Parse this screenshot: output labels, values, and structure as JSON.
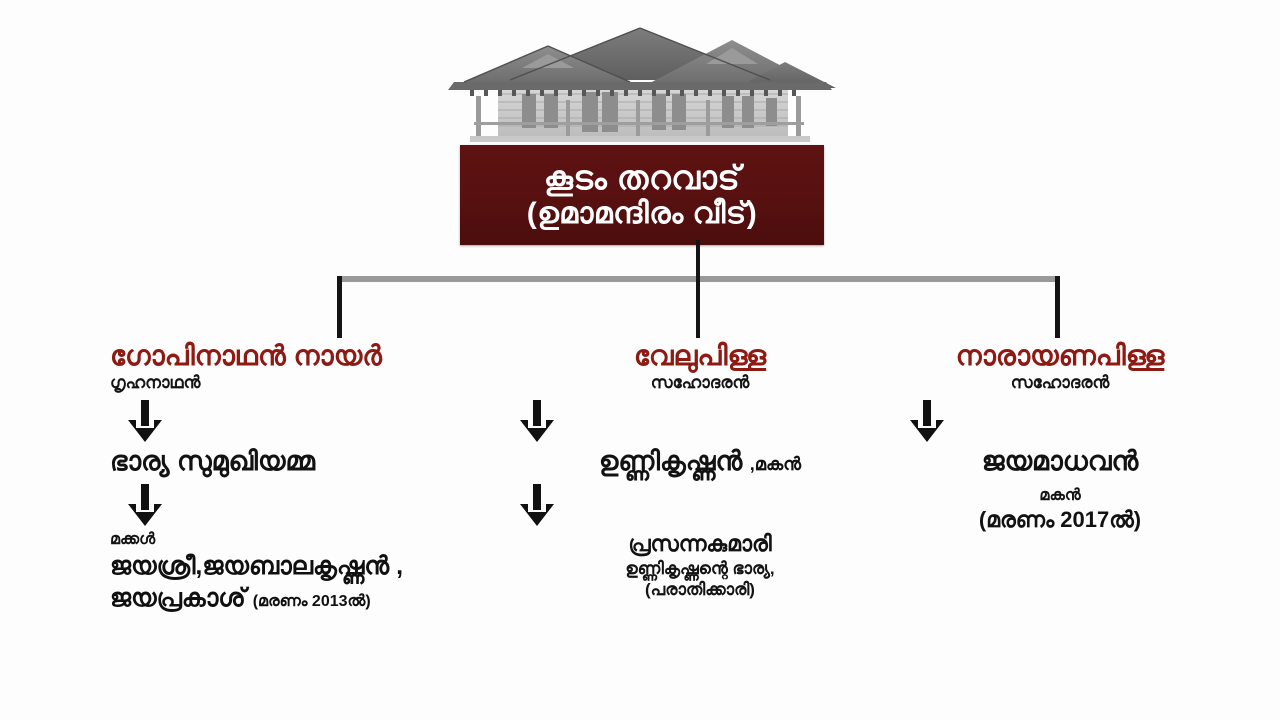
{
  "root": {
    "title_line_1": "കൂടം തറവാട്",
    "title_line_2": "(ഉമാമന്ദിരം വീട്)",
    "box_color": "#5e1111",
    "text_color": "#ffffff",
    "house_icon": "kerala-tharavadu-house-illustration"
  },
  "theme": {
    "name_color": "#8e1a14",
    "text_color": "#141414",
    "background": "#ffffff",
    "connector_color": "#141414",
    "connector_bar_color": "#9a9a9a"
  },
  "branches": [
    {
      "id": "left",
      "name": "ഗോപിനാഥൻ നായർ",
      "role": "ഗൃഹനാഥൻ",
      "arrow_icon": "arrow-down-icon",
      "nodes": [
        {
          "type": "major",
          "text": "ഭാര്യ സുമുഖിയമ്മ"
        },
        {
          "type": "arrow",
          "icon": "arrow-down-icon"
        },
        {
          "type": "small",
          "text": "മക്കൾ"
        },
        {
          "type": "children",
          "text": "ജയശ്രീ,ജയബാലകൃഷ്ണൻ ,"
        },
        {
          "type": "children-death",
          "text": "ജയപ്രകാശ്",
          "death_note": "(മരണം 2013ൽ)"
        }
      ]
    },
    {
      "id": "middle",
      "name": "വേലുപിള്ള",
      "role": "സഹോദരൻ",
      "arrow_icon": "arrow-down-icon",
      "nodes": [
        {
          "type": "major",
          "text": "ഉണ്ണികൃഷ്ണൻ ",
          "suffix": ",മകൻ"
        },
        {
          "type": "arrow",
          "icon": "arrow-down-icon"
        },
        {
          "type": "mid",
          "text": "പ്രസന്നകുമാരി"
        },
        {
          "type": "sub",
          "text": "ഉണ്ണികൃഷ്ണന്റെ ഭാര്യ,"
        },
        {
          "type": "sub",
          "text": "(പരാതിക്കാരി)"
        }
      ]
    },
    {
      "id": "right",
      "name": "നാരായണപിള്ള",
      "role": "സഹോദരൻ",
      "arrow_icon": "arrow-down-icon",
      "nodes": [
        {
          "type": "major",
          "text": "ജയമാധവൻ"
        },
        {
          "type": "small",
          "text": "മകൻ"
        },
        {
          "type": "mid",
          "text": "(മരണം 2017ൽ)"
        }
      ]
    }
  ]
}
